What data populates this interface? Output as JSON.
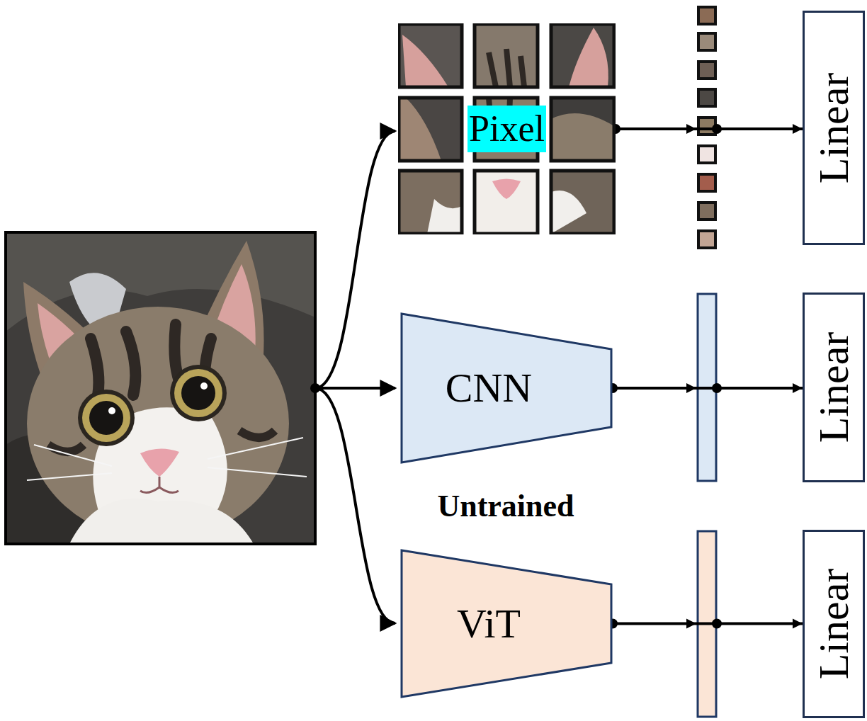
{
  "diagram": {
    "nodes": [
      {
        "text": [
          "Pixel"
        ]
      },
      {
        "text": [
          "Linear"
        ]
      },
      {
        "text": [
          "CNN"
        ]
      },
      {
        "text": [
          "Linear"
        ]
      },
      {
        "text": [
          "ViT"
        ]
      },
      {
        "text": [
          "Linear"
        ]
      }
    ],
    "edges": [
      {
        "from": 0,
        "to": 1,
        "arrow": "to"
      },
      {
        "from": 2,
        "to": 3,
        "arrow": "to"
      },
      {
        "from": 4,
        "to": 5,
        "arrow": "to"
      }
    ],
    "labels": [
      "Untrained"
    ]
  }
}
